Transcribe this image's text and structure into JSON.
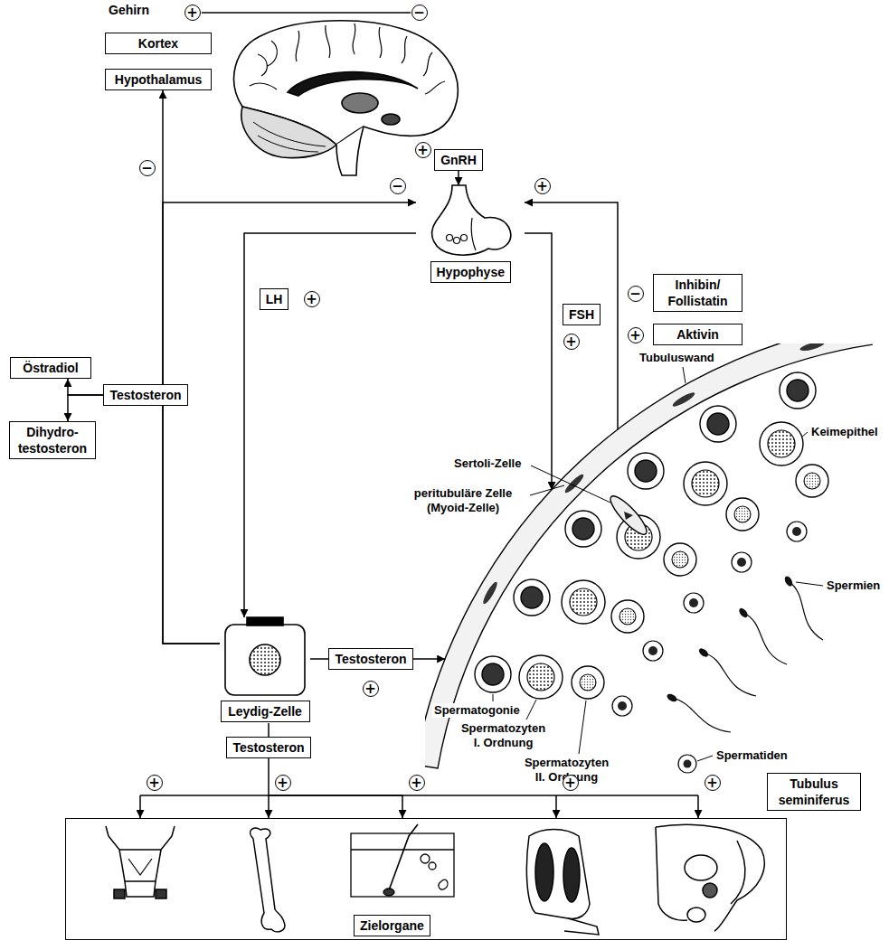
{
  "diagram": {
    "nodes": [
      {
        "text": [
          "Kortex"
        ]
      },
      {
        "text": [
          "Hypothalamus"
        ]
      },
      {
        "text": [
          "GnRH"
        ]
      },
      {
        "text": [
          "Hypophyse"
        ]
      },
      {
        "text": [
          "LH"
        ]
      },
      {
        "text": [
          "FSH"
        ]
      },
      {
        "text": [
          "Inhibin/ Follistatin"
        ]
      },
      {
        "text": [
          "Aktivin"
        ]
      },
      {
        "text": [
          "Östradiol"
        ]
      },
      {
        "text": [
          "Testosteron"
        ]
      },
      {
        "text": [
          "Dihydro- testosteron"
        ]
      },
      {
        "text": [
          "Tubulus seminiferus"
        ]
      },
      {
        "text": [
          "Leydig-Zelle"
        ]
      },
      {
        "text": [
          "Testosteron"
        ]
      },
      {
        "text": [
          "Testosteron"
        ]
      },
      {
        "text": [
          "Zielorgane"
        ]
      }
    ],
    "edges": [
      {
        "from": 2,
        "to": 3,
        "arrow": "to"
      },
      {
        "from": 3,
        "to": 12,
        "arrow": "to"
      },
      {
        "from": 3,
        "to": 11,
        "arrow": "to"
      },
      {
        "from": 12,
        "to": 1,
        "arrow": "to"
      },
      {
        "from": 12,
        "to": 3,
        "arrow": "to"
      },
      {
        "from": 11,
        "to": 3,
        "arrow": "to"
      },
      {
        "from": 9,
        "to": 8,
        "arrow": "to"
      },
      {
        "from": 9,
        "to": 10,
        "arrow": "to"
      },
      {
        "from": 12,
        "to": 13,
        "arrow": "none"
      },
      {
        "from": 13,
        "to": 11,
        "arrow": "to"
      },
      {
        "from": 12,
        "to": 14,
        "arrow": "none"
      },
      {
        "from": 14,
        "to": 15,
        "arrow": "to"
      }
    ],
    "labels": [
      "Gehirn",
      "+",
      "−",
      "+",
      "−",
      "−",
      "+",
      "+",
      "+",
      "−",
      "+",
      "Tubuluswand",
      "Keimepithel",
      "Sertoli-Zelle",
      "peritubuläre Zelle (Myoid-Zelle)",
      "+",
      "Spermien",
      "Spermatogonie",
      "Spermatozyten I. Ordnung",
      "Spermatozyten II. Ordnung",
      "Spermatiden",
      "+",
      "+",
      "+",
      "+",
      "+"
    ]
  }
}
